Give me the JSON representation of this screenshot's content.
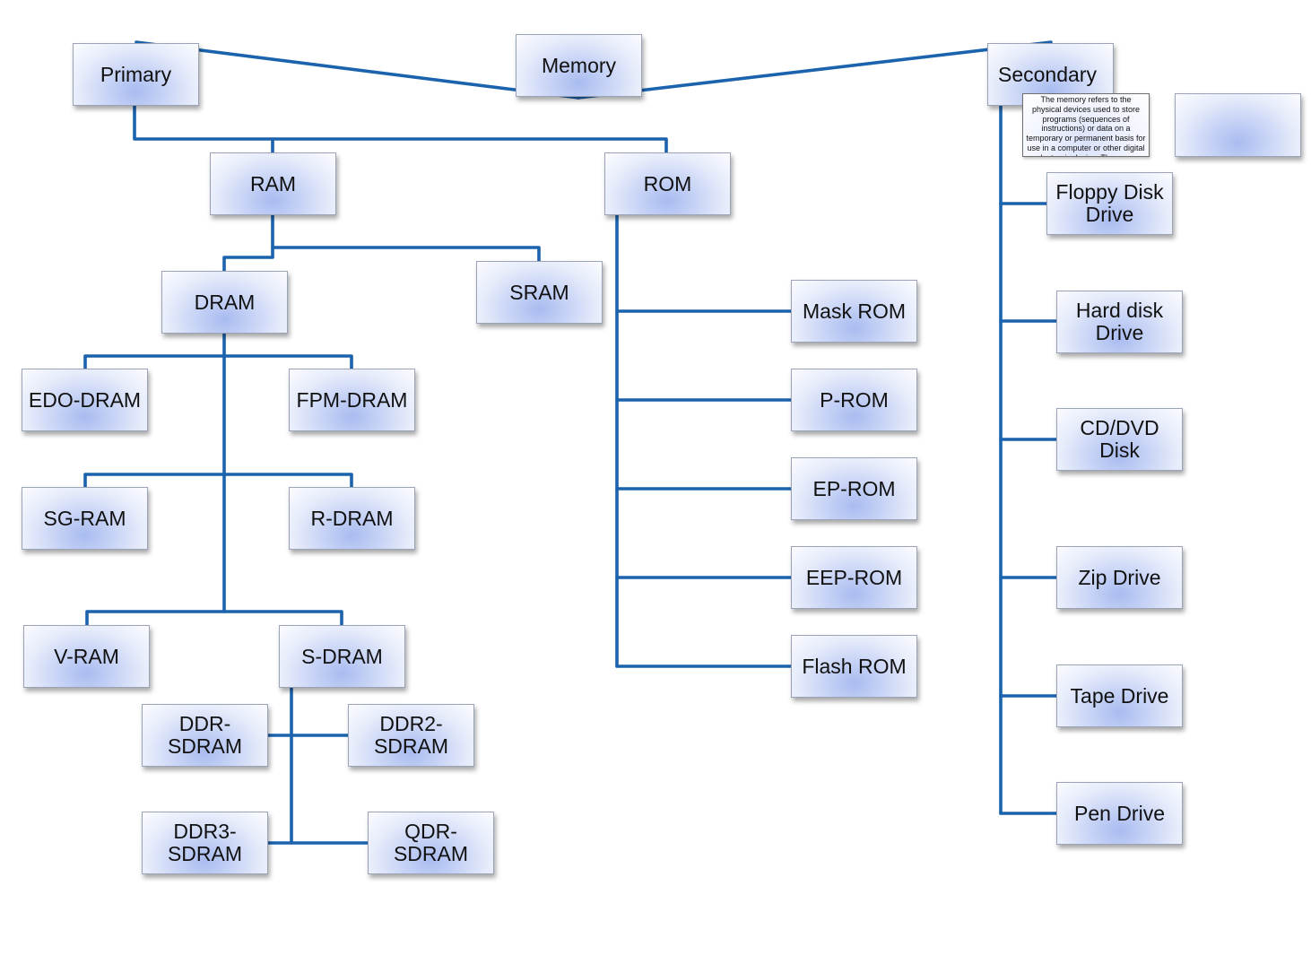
{
  "diagram": {
    "memory": "Memory",
    "primary": "Primary",
    "secondary": "Secondary",
    "ram": "RAM",
    "rom": "ROM",
    "dram": "DRAM",
    "sram": "SRAM",
    "edo_dram": "EDO-DRAM",
    "fpm_dram": "FPM-DRAM",
    "sg_ram": "SG-RAM",
    "r_dram": "R-DRAM",
    "v_ram": "V-RAM",
    "s_dram": "S-DRAM",
    "ddr_sdram": "DDR-\nSDRAM",
    "ddr2_sdram": "DDR2-\nSDRAM",
    "ddr3_sdram": "DDR3-\nSDRAM",
    "qdr_sdram": "QDR-\nSDRAM",
    "mask_rom": "Mask ROM",
    "p_rom": "P-ROM",
    "ep_rom": "EP-ROM",
    "eep_rom": "EEP-ROM",
    "flash_rom": "Flash ROM",
    "floppy_disk_drive": "Floppy Disk\nDrive",
    "hard_disk_drive": "Hard disk\nDrive",
    "cd_dvd_disk": "CD/DVD\nDisk",
    "zip_drive": "Zip Drive",
    "tape_drive": "Tape Drive",
    "pen_drive": "Pen Drive",
    "description": "The memory refers to the physical devices used to store programs (sequences of instructions) or data  on a temporary or permanent basis for use in a computer or other digital electronic device. There are following categories of memory.",
    "empty_box": ""
  }
}
